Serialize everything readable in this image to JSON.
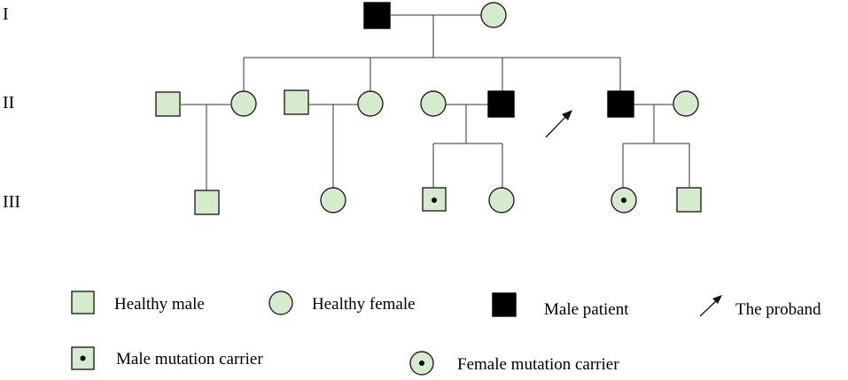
{
  "generations": [
    "I",
    "II",
    "III"
  ],
  "legend": {
    "healthy_male": "Healthy male",
    "healthy_female": "Healthy female",
    "male_patient": "Male patient",
    "proband": "The proband",
    "male_carrier": "Male mutation carrier",
    "female_carrier": "Female mutation carrier"
  },
  "colors": {
    "healthy_fill": "#d4eccc",
    "affected_fill": "#000000",
    "outline": "#222222"
  }
}
